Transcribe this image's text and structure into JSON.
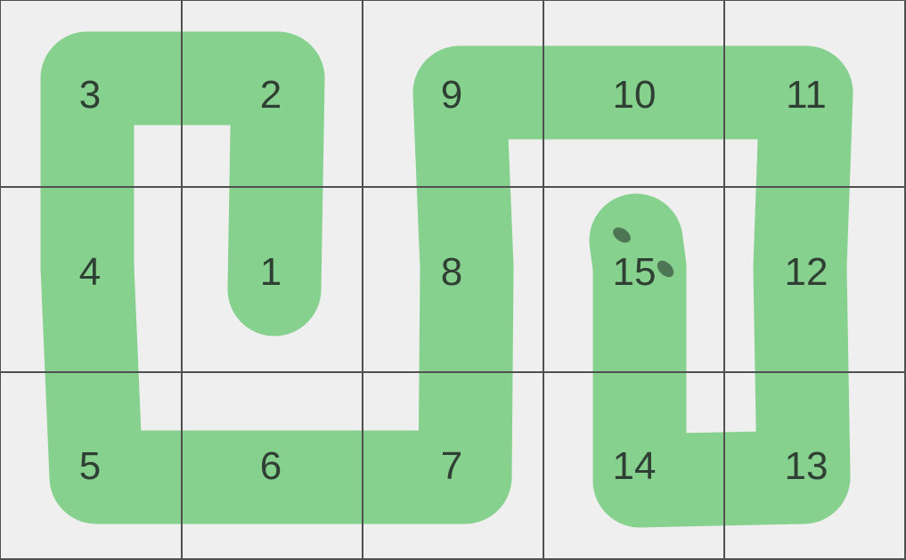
{
  "board": {
    "rows": 3,
    "cols": 5,
    "background_color": "#efefef",
    "grid_line_color": "#505050",
    "path_color": "#7fcf87",
    "number_color": "#2f3f33",
    "cells": [
      [
        "3",
        "2",
        "9",
        "10",
        "11"
      ],
      [
        "4",
        "1",
        "8",
        "15",
        "12"
      ],
      [
        "5",
        "6",
        "7",
        "14",
        "13"
      ]
    ],
    "path_sequence": [
      "1",
      "2",
      "3",
      "4",
      "5",
      "6",
      "7",
      "8",
      "9",
      "10",
      "11",
      "12",
      "13",
      "14",
      "15"
    ],
    "path_start": "1",
    "path_end": "15"
  }
}
